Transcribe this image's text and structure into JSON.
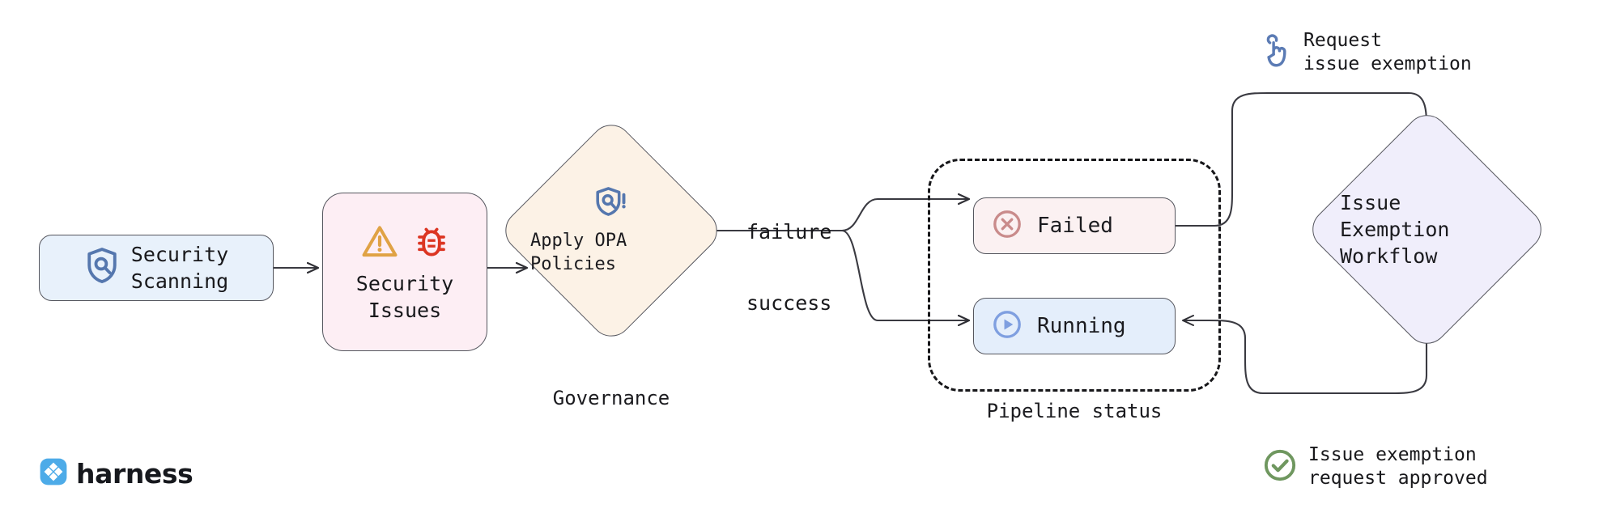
{
  "diagram": {
    "title": "Harness security scanning governance and issue exemption workflow",
    "background": "#ffffff"
  },
  "nodes": {
    "security_scanning": {
      "label": "Security\nScanning",
      "icon": "shield-search-icon",
      "fill": "#e8f1fb",
      "stroke": "#55565e"
    },
    "security_issues": {
      "label": "Security\nIssues",
      "icons": [
        "warning-triangle-icon",
        "bug-icon"
      ],
      "fill": "#fdeef4",
      "stroke": "#55565e"
    },
    "governance": {
      "label": "Apply\nOPA Policies",
      "caption": "Governance",
      "icon": "shield-alert-search-icon",
      "fill": "#fcf2e6",
      "stroke": "#55565e"
    },
    "failed": {
      "label": "Failed",
      "icon": "circle-x-icon",
      "fill": "#fbf1f2",
      "icon_color": "#c98b8b"
    },
    "running": {
      "label": "Running",
      "icon": "circle-play-icon",
      "fill": "#e4eefb",
      "icon_color": "#7f9fe0"
    },
    "pipeline_group": {
      "caption": "Pipeline status",
      "stroke": "#17171a",
      "style": "dashed"
    },
    "issue_exemption_workflow": {
      "label": "Issue\nExemption\nWorkflow",
      "fill": "#f0eefb",
      "stroke": "#55565e"
    }
  },
  "edges": {
    "failure_label": "failure",
    "success_label": "success"
  },
  "annotations": {
    "request": {
      "text": "Request\nissue exemption",
      "icon": "click-hand-icon",
      "icon_color": "#5b7bb4"
    },
    "approved": {
      "text": "Issue exemption\nrequest approved",
      "icon": "check-circle-icon",
      "icon_color": "#6f975f"
    }
  },
  "branding": {
    "name": "harness",
    "logo_icon": "harness-logo-icon",
    "logo_color": "#4dabe8"
  }
}
